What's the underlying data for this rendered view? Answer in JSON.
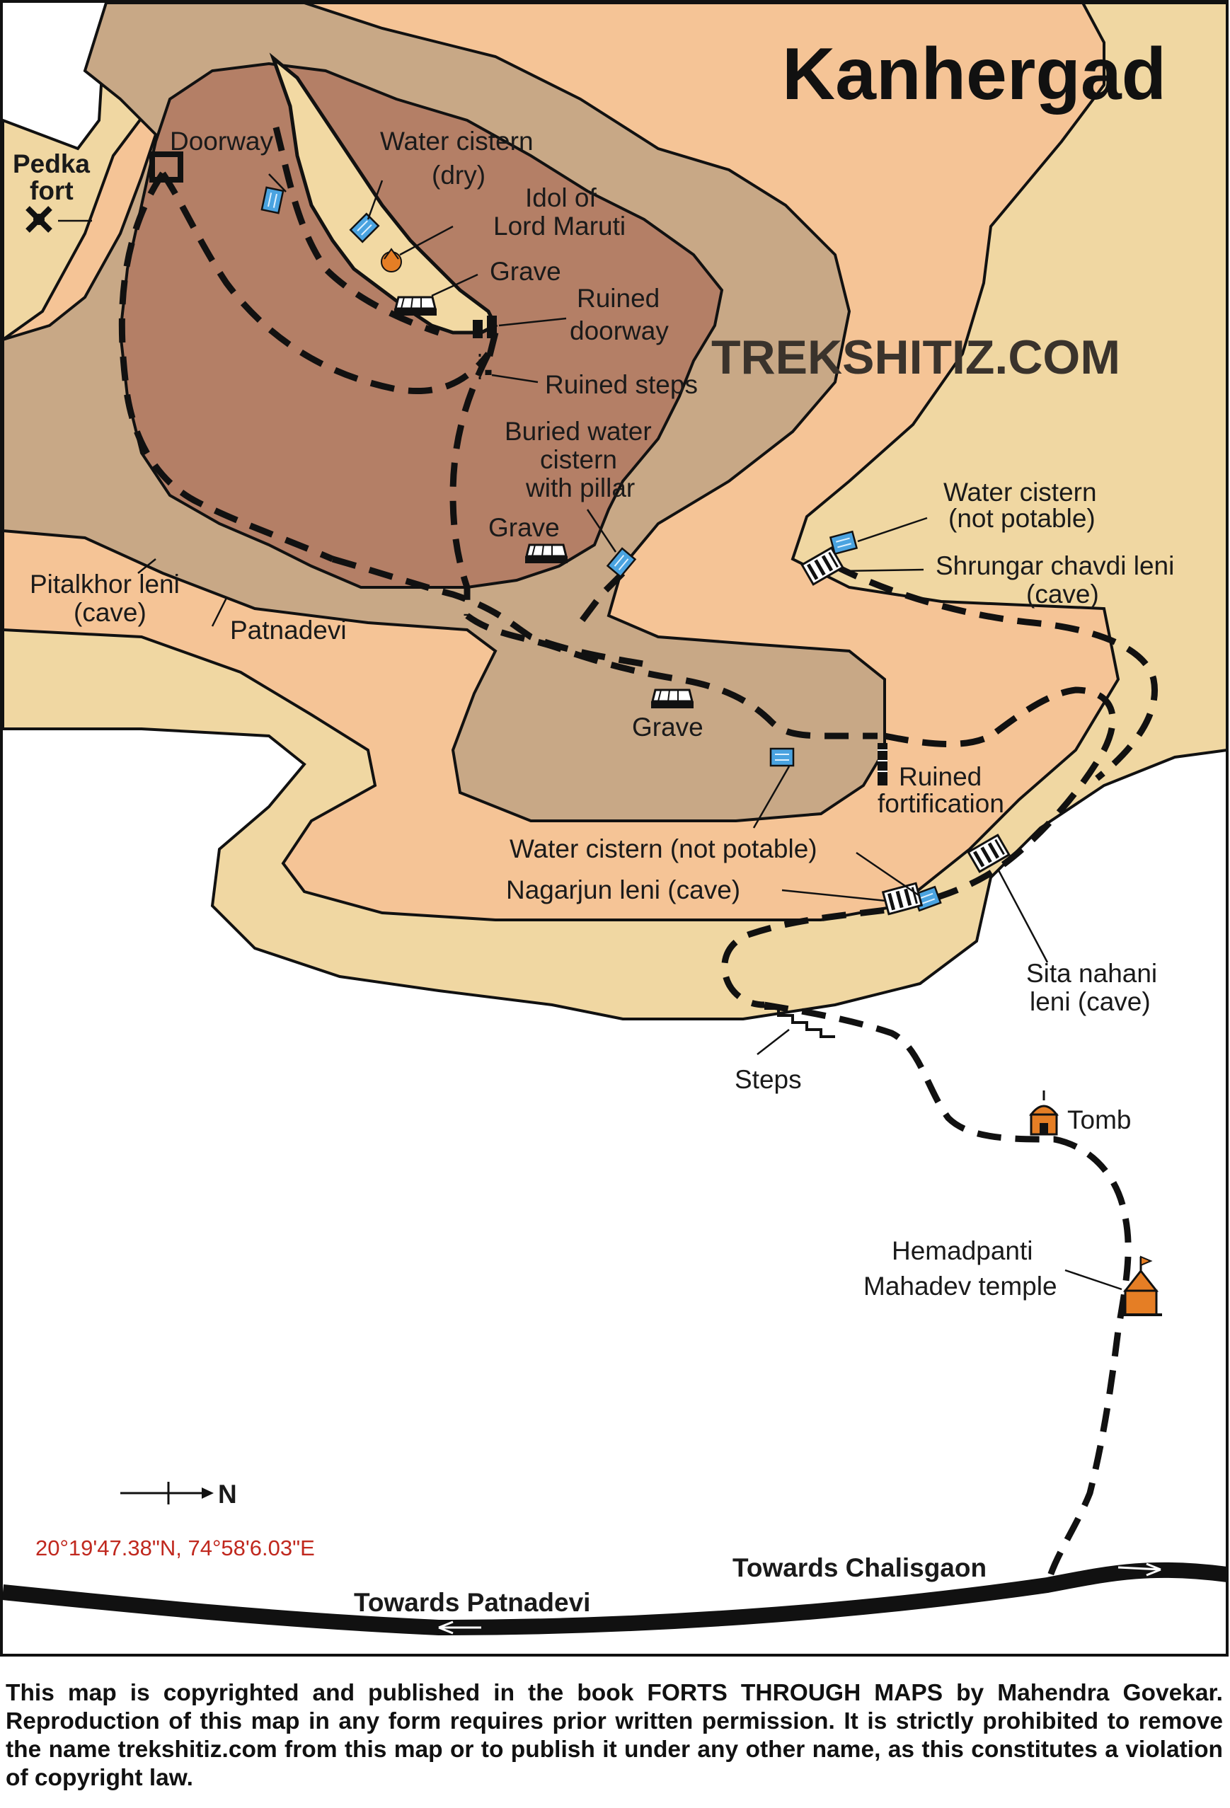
{
  "map": {
    "title": "Kanhergad",
    "watermark": "TREKSHITIZ.COM",
    "coordinates": "20°19'47.38\"N, 74°58'6.03\"E",
    "north_label": "N",
    "colors": {
      "terrain_lowest": "#f0d7a2",
      "terrain_low": "#f5c496",
      "terrain_mid": "#c8a886",
      "terrain_summit": "#b47f66",
      "plateau": "#f2d9a3",
      "water": "#4aa3e0",
      "temple": "#e57e25",
      "coordinates_text": "#c0281e"
    },
    "labels": {
      "pedka_fort_1": "Pedka",
      "pedka_fort_2": "fort",
      "doorway": "Doorway",
      "water_cistern_dry_1": "Water cistern",
      "water_cistern_dry_2": "(dry)",
      "idol_1": "Idol of",
      "idol_2": "Lord Maruti",
      "grave_top": "Grave",
      "ruined_doorway_1": "Ruined",
      "ruined_doorway_2": "doorway",
      "ruined_steps": "Ruined steps",
      "buried_1": "Buried water",
      "buried_2": "cistern",
      "buried_3": "with pillar",
      "grave_mid": "Grave",
      "pitalkhor_1": "Pitalkhor leni",
      "pitalkhor_2": "(cave)",
      "patnadevi": "Patnadevi",
      "water_cistern_np_1": "Water cistern",
      "water_cistern_np_2": "(not potable)",
      "shrungar_1": "Shrungar chavdi leni",
      "shrungar_2": "(cave)",
      "grave_low": "Grave",
      "ruined_fort_1": "Ruined",
      "ruined_fort_2": "fortification",
      "water_cistern_np_low": "Water cistern (not potable)",
      "nagarjun": "Nagarjun leni (cave)",
      "sita_1": "Sita nahani",
      "sita_2": "leni (cave)",
      "steps": "Steps",
      "tomb": "Tomb",
      "hemadpanti_1": "Hemadpanti",
      "hemadpanti_2": "Mahadev temple",
      "towards_chalisgaon": "Towards Chalisgaon",
      "towards_patnadevi": "Towards Patnadevi"
    }
  },
  "footer": {
    "copyright": "This map is copyrighted and published in the book FORTS THROUGH MAPS by Mahendra Govekar. Reproduction of this map in any form requires prior written permission. It is strictly prohibited to remove the name trekshitiz.com from this map or to publish it under any other name, as this constitutes a violation of copyright law."
  }
}
